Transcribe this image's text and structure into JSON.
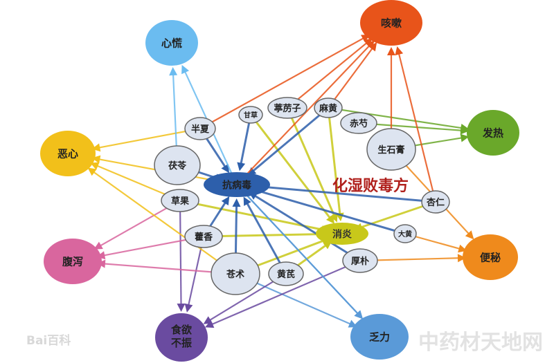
{
  "title": "化湿败毒方",
  "symptoms": {
    "xinhuang": {
      "label": "心慌",
      "color": "#6bbcf0"
    },
    "kesou": {
      "label": "咳嗽",
      "color": "#e8541a"
    },
    "fare": {
      "label": "发热",
      "color": "#6aa82a"
    },
    "exin": {
      "label": "恶心",
      "color": "#f2c01a"
    },
    "fuxie": {
      "label": "腹泻",
      "color": "#d9669e"
    },
    "bianmi": {
      "label": "便秘",
      "color": "#ef8a1c"
    },
    "shiyu": {
      "label": "食欲不振",
      "line1": "食欲",
      "line2": "不振",
      "color": "#6a4ba0"
    },
    "fali": {
      "label": "乏力",
      "color": "#5a9ad8"
    },
    "kangbingdu": {
      "label": "抗病毒",
      "color": "#2d5fab"
    },
    "xiaoyan": {
      "label": "消炎",
      "color": "#c8c81a"
    }
  },
  "herbs": {
    "banxia": "半夏",
    "gancao": "甘草",
    "tinglizi": "葶苈子",
    "mahuang": "麻黄",
    "chishao": "赤芍",
    "shengshigao": "生石膏",
    "fuling": "茯苓",
    "caoguo": "草果",
    "xingren": "杏仁",
    "dahuang": "大黄",
    "huoxiang": "藿香",
    "cangzhu": "苍术",
    "huangqi": "黄芪",
    "houpu": "厚朴"
  },
  "edges": [
    [
      "banxia",
      "kesou"
    ],
    [
      "banxia",
      "kangbingdu"
    ],
    [
      "banxia",
      "exin"
    ],
    [
      "gancao",
      "kangbingdu"
    ],
    [
      "gancao",
      "xiaoyan"
    ],
    [
      "tinglizi",
      "kesou"
    ],
    [
      "tinglizi",
      "xiaoyan"
    ],
    [
      "mahuang",
      "kesou"
    ],
    [
      "mahuang",
      "fare"
    ],
    [
      "mahuang",
      "kangbingdu"
    ],
    [
      "mahuang",
      "xiaoyan"
    ],
    [
      "chishao",
      "fare"
    ],
    [
      "shengshigao",
      "kesou"
    ],
    [
      "shengshigao",
      "fare"
    ],
    [
      "fuling",
      "xinhuang"
    ],
    [
      "fuling",
      "kangbingdu"
    ],
    [
      "caoguo",
      "fuxie"
    ],
    [
      "caoguo",
      "shiyu"
    ],
    [
      "caoguo",
      "xiaoyan"
    ],
    [
      "caoguo",
      "exin"
    ],
    [
      "xingren",
      "kesou"
    ],
    [
      "xingren",
      "xiaoyan"
    ],
    [
      "xingren",
      "kangbingdu"
    ],
    [
      "dahuang",
      "bianmi"
    ],
    [
      "dahuang",
      "kangbingdu"
    ],
    [
      "huoxiang",
      "kangbingdu"
    ],
    [
      "huoxiang",
      "xiaoyan"
    ],
    [
      "huoxiang",
      "fuxie"
    ],
    [
      "huoxiang",
      "shiyu"
    ],
    [
      "cangzhu",
      "kangbingdu"
    ],
    [
      "cangzhu",
      "xiaoyan"
    ],
    [
      "cangzhu",
      "exin"
    ],
    [
      "cangzhu",
      "fali"
    ],
    [
      "cangzhu",
      "fuxie"
    ],
    [
      "huangqi",
      "kangbingdu"
    ],
    [
      "huangqi",
      "xiaoyan"
    ],
    [
      "huangqi",
      "shiyu"
    ],
    [
      "houpu",
      "kangbingdu"
    ],
    [
      "houpu",
      "bianmi"
    ],
    [
      "houpu",
      "shiyu"
    ],
    [
      "kangbingdu",
      "fali"
    ],
    [
      "kangbingdu",
      "kesou"
    ],
    [
      "kangbingdu",
      "xinhuang"
    ],
    [
      "kangbingdu",
      "exin"
    ],
    [
      "kangbingdu",
      "fali"
    ],
    [
      "shengshigao",
      "bianmi"
    ]
  ],
  "watermarks": {
    "left": "Bai百科",
    "right": "中药材天地网"
  }
}
